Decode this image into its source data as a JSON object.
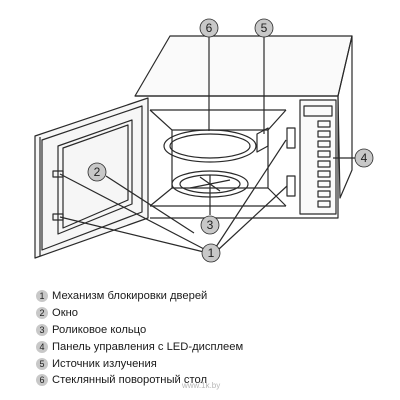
{
  "callouts": [
    {
      "num": "1",
      "label": "Механизм блокировки дверей"
    },
    {
      "num": "2",
      "label": "Окно"
    },
    {
      "num": "3",
      "label": "Роликовое кольцо"
    },
    {
      "num": "4",
      "label": "Панель управления с LED-дисплеем"
    },
    {
      "num": "5",
      "label": "Источник излучения"
    },
    {
      "num": "6",
      "label": "Стеклянный поворотный стол"
    }
  ],
  "watermark": "www.1k.by",
  "colors": {
    "line": "#2a2a2a",
    "badge": "#c8c8c8",
    "text": "#1a1a1a"
  }
}
